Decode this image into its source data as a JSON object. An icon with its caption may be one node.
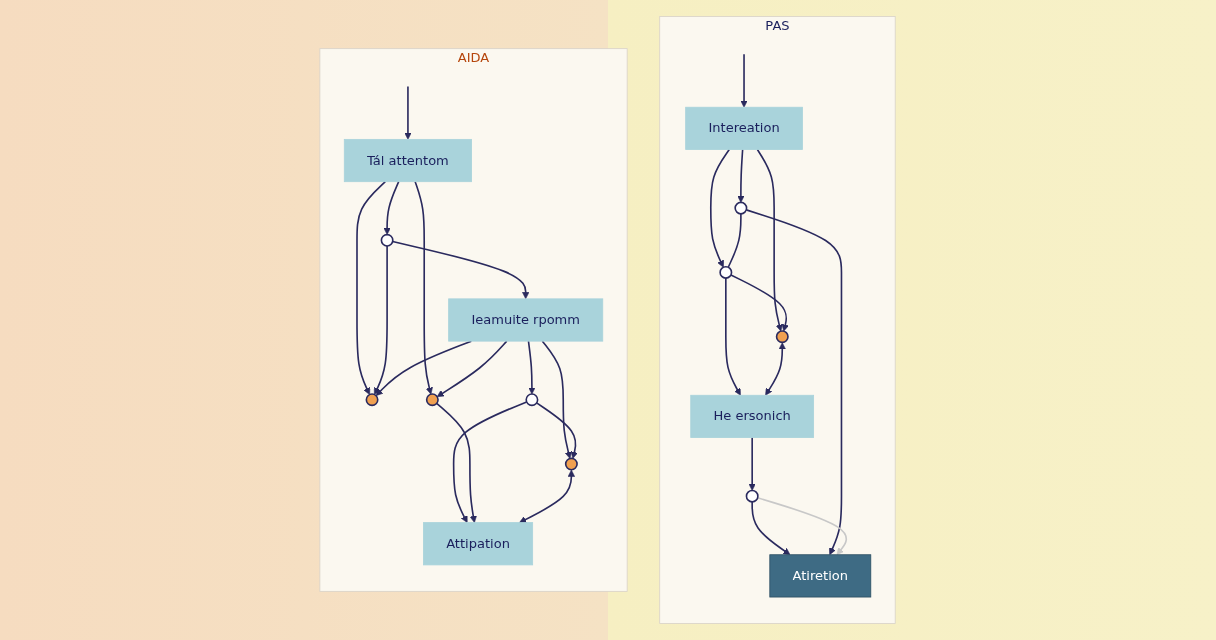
{
  "diagram": {
    "nodes": [
      {
        "text": [
          "AIDA"
        ]
      },
      {
        "text": [
          "PAS"
        ]
      },
      {
        "text": [
          "Tál attentom"
        ],
        "in": 0
      },
      {
        "text": [],
        "shape": "circle",
        "in": 0
      },
      {
        "text": [],
        "shape": "circle",
        "in": 0
      },
      {
        "text": [
          "Ieamuite rpomm"
        ],
        "in": 0
      },
      {
        "text": [],
        "shape": "circle",
        "in": 0
      },
      {
        "text": [],
        "shape": "circle",
        "in": 0
      },
      {
        "text": [],
        "shape": "circle",
        "in": 0
      },
      {
        "text": [
          "Attipation"
        ],
        "in": 0
      },
      {
        "text": [
          "Intereation"
        ],
        "in": 1
      },
      {
        "text": [],
        "shape": "circle",
        "in": 1
      },
      {
        "text": [],
        "shape": "circle",
        "in": 1
      },
      {
        "text": [],
        "shape": "circle",
        "in": 1
      },
      {
        "text": [
          "He ersonich"
        ],
        "in": 1
      },
      {
        "text": [],
        "shape": "circle",
        "in": 1
      },
      {
        "text": [
          "Atiretion"
        ],
        "in": 1
      }
    ],
    "edges": [
      {
        "from": null,
        "to": 2,
        "arrow": "to"
      },
      {
        "from": 2,
        "to": 3,
        "arrow": "to"
      },
      {
        "from": 2,
        "to": 4,
        "arrow": "to"
      },
      {
        "from": 2,
        "to": 6,
        "arrow": "to"
      },
      {
        "from": 3,
        "to": 4,
        "arrow": "to"
      },
      {
        "from": 3,
        "to": 5,
        "arrow": "to"
      },
      {
        "from": 5,
        "to": 4,
        "arrow": "to"
      },
      {
        "from": 5,
        "to": 6,
        "arrow": "to"
      },
      {
        "from": 5,
        "to": 8,
        "arrow": "to"
      },
      {
        "from": 5,
        "to": 7,
        "arrow": "to"
      },
      {
        "from": 7,
        "to": 8,
        "arrow": "to"
      },
      {
        "from": 7,
        "to": 9,
        "arrow": "to"
      },
      {
        "from": 6,
        "to": 9,
        "arrow": "to"
      },
      {
        "from": 8,
        "to": 9,
        "arrow": "both"
      },
      {
        "from": null,
        "to": 10,
        "arrow": "to"
      },
      {
        "from": 10,
        "to": 11,
        "arrow": "to"
      },
      {
        "from": 10,
        "to": 12,
        "arrow": "to"
      },
      {
        "from": 10,
        "to": 13,
        "arrow": "to"
      },
      {
        "from": 11,
        "to": 12,
        "arrow": "none"
      },
      {
        "from": 12,
        "to": 13,
        "arrow": "to"
      },
      {
        "from": 12,
        "to": 14,
        "arrow": "to"
      },
      {
        "from": 13,
        "to": 14,
        "arrow": "both"
      },
      {
        "from": 14,
        "to": 15,
        "arrow": "to"
      },
      {
        "from": 15,
        "to": 16,
        "arrow": "to"
      },
      {
        "from": 11,
        "to": 16,
        "arrow": "to"
      },
      {
        "from": 15,
        "to": 16,
        "arrow": "to",
        "color": "#c8c8c8"
      }
    ]
  }
}
